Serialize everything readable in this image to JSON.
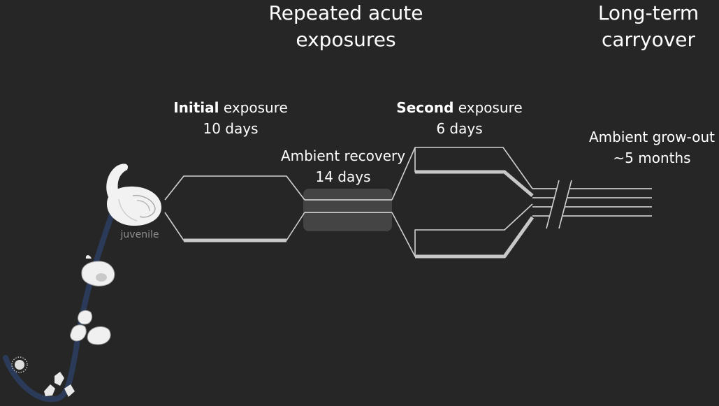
{
  "headings": {
    "repeated": [
      "Repeated acute",
      "exposures"
    ],
    "longterm": [
      "Long-term",
      "carryover"
    ]
  },
  "phases": {
    "initial": {
      "bold": "Initial",
      "rest": " exposure",
      "duration": "10 days"
    },
    "recovery": {
      "label": "Ambient recovery",
      "duration": "14 days"
    },
    "second": {
      "bold": "Second",
      "rest": " exposure",
      "duration": "6 days"
    },
    "growout": {
      "label": "Ambient grow-out",
      "duration": "~5 months"
    }
  },
  "lifecycle": {
    "juvenile_label": "juvenile"
  },
  "colors": {
    "background": "#262626",
    "line": "#d0d0d0",
    "recovery_box": "#444444",
    "lifecycle_curve": "#2a3a58",
    "shell": "#f2f2f2"
  }
}
